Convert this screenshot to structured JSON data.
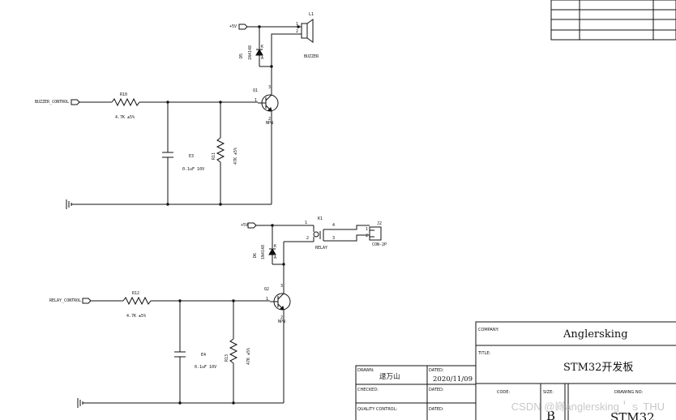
{
  "net_labels": {
    "vcc_top": "+5V",
    "vcc_bottom": "+5V",
    "buzzer_ctrl": "BUZZER_CONTROL",
    "relay_ctrl": "RELAY_CONTROL"
  },
  "buzzer": {
    "ref": "L1",
    "name": "BUZZER",
    "pin1": "1",
    "pin2": "2"
  },
  "d5": {
    "ref": "D5",
    "part": "1N4148",
    "pin_k": "K",
    "pin_a": "A"
  },
  "q1": {
    "ref": "Q1",
    "type": "NPN",
    "pin_c": "3",
    "pin_b": "1",
    "pin_e": "2"
  },
  "r10": {
    "ref": "R10",
    "value": "4.7K ±5%"
  },
  "e3": {
    "ref": "E3",
    "value": "0.1uF 10V"
  },
  "r11": {
    "ref": "R11",
    "value": "47K ±5%"
  },
  "relay": {
    "ref": "K1",
    "name": "RELAY",
    "pin1": "1",
    "pin2": "2",
    "pin3": "3",
    "pin4": "4"
  },
  "j2": {
    "ref": "J2",
    "name": "CON-2P",
    "pin1": "1",
    "pin2": "2"
  },
  "d6": {
    "ref": "D6",
    "part": "1N4148",
    "pin_k": "K",
    "pin_a": "A"
  },
  "q2": {
    "ref": "Q2",
    "type": "NPN",
    "pin_c": "3",
    "pin_b": "1",
    "pin_e": "2"
  },
  "r12": {
    "ref": "R12",
    "value": "4.7K ±5%"
  },
  "e4": {
    "ref": "E4",
    "value": "0.1uF 10V"
  },
  "r13": {
    "ref": "R13",
    "value": "47K ±5%"
  },
  "title_block": {
    "company_label": "COMPANY:",
    "company": "Anglersking",
    "title_label": "TITLE:",
    "title": "STM32开发板",
    "drawn_label": "DRAWN:",
    "drawn_by": "逯万山",
    "dated_label": "DATED:",
    "date": "2020/11/09",
    "checked_label": "CHECKED:",
    "dated2_label": "DATED:",
    "quality_label": "QUALITY CONTROL:",
    "dated3_label": "DATED:",
    "code_label": "CODE:",
    "size_label": "SIZE:",
    "size": "B",
    "drawing_no_label": "DRAWING NO:",
    "drawing_no": "STM32"
  },
  "watermark": "CSDN @嵵anglersking＇ｓ THU",
  "colors": {
    "line": "#111111",
    "background": "#ffffff",
    "watermark": "#c8c8c8"
  }
}
